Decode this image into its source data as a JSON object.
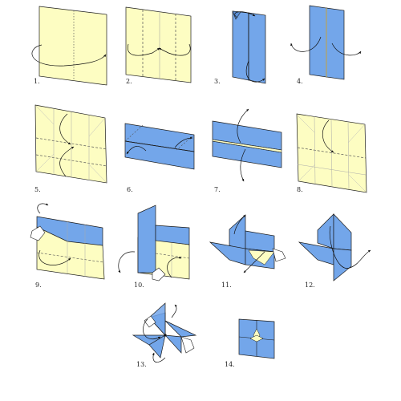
{
  "colors": {
    "paper_back": "#fdfdc2",
    "paper_front": "#73a6ea",
    "stroke": "#1b1b1b",
    "arrow": "#111111",
    "background": "#ffffff"
  },
  "steps": [
    {
      "label": "1."
    },
    {
      "label": "2."
    },
    {
      "label": "3."
    },
    {
      "label": "4."
    },
    {
      "label": "5."
    },
    {
      "label": "6."
    },
    {
      "label": "7."
    },
    {
      "label": "8."
    },
    {
      "label": "9."
    },
    {
      "label": "10."
    },
    {
      "label": "11."
    },
    {
      "label": "12."
    },
    {
      "label": "13."
    },
    {
      "label": "14."
    }
  ]
}
